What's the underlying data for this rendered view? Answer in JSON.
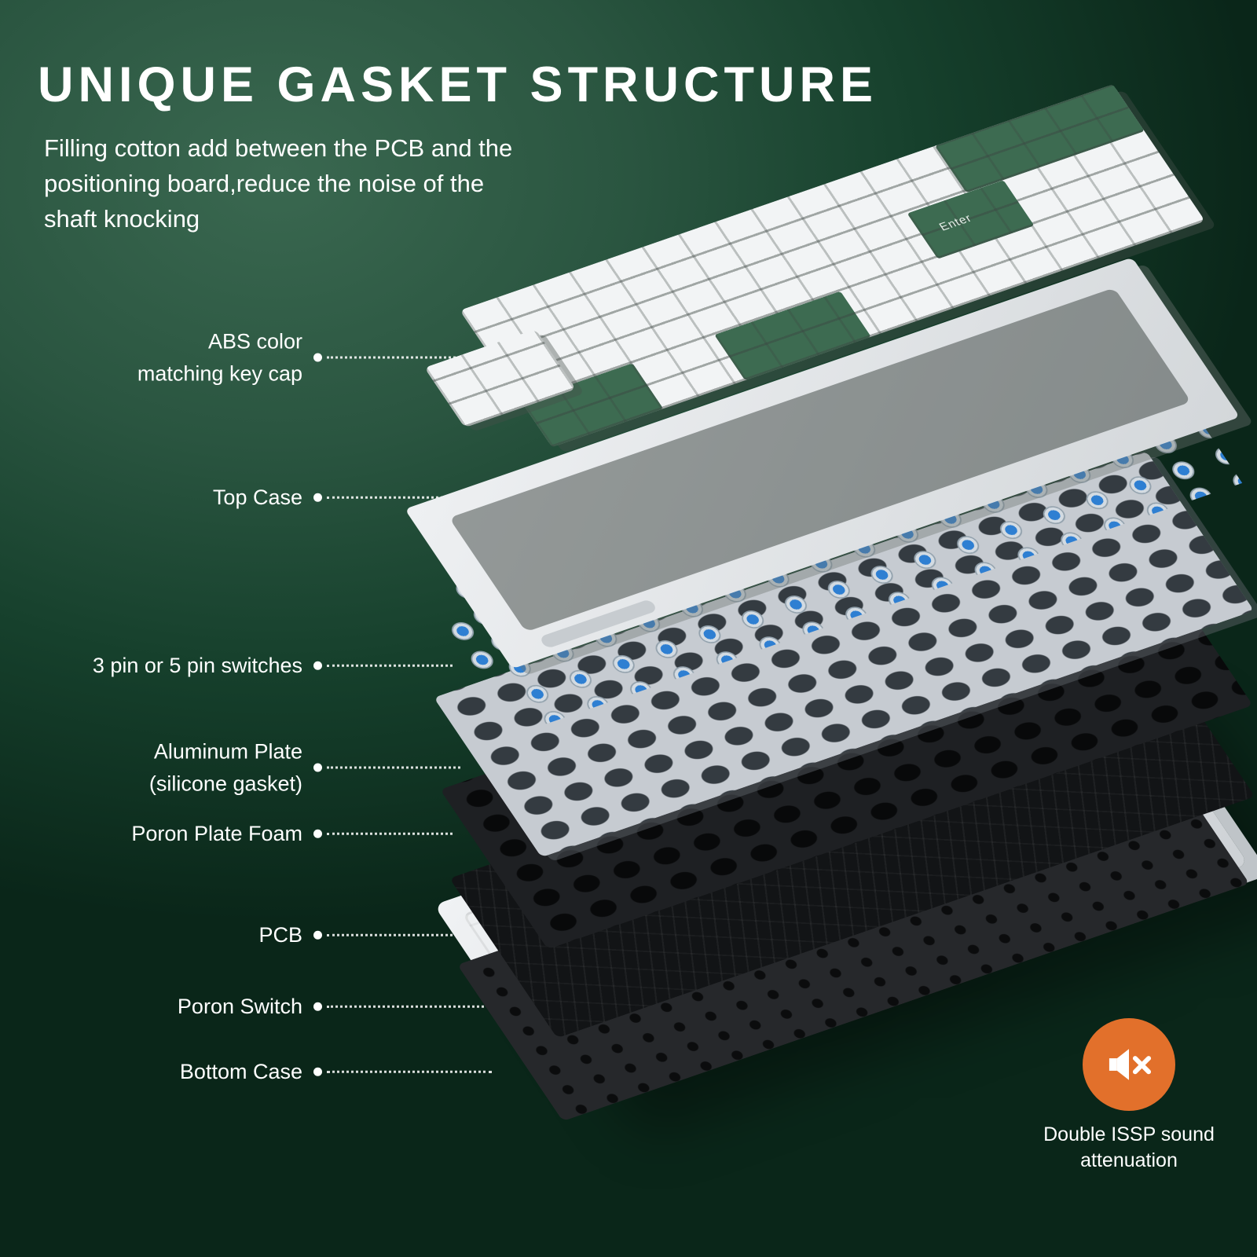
{
  "header": {
    "title": "UNIQUE GASKET STRUCTURE",
    "subtitle": "Filling cotton add between the PCB and the\npositioning board,reduce the noise of the\nshaft knocking"
  },
  "callouts": [
    {
      "label": "ABS color\nmatching key cap"
    },
    {
      "label": "Top Case"
    },
    {
      "label": "3 pin or 5 pin switches"
    },
    {
      "label": "Aluminum Plate\n(silicone gasket)"
    },
    {
      "label": "Poron Plate Foam"
    },
    {
      "label": "PCB"
    },
    {
      "label": "Poron Switch"
    },
    {
      "label": "Bottom Case"
    }
  ],
  "keyboard": {
    "enter_legend": "Enter"
  },
  "badge": {
    "label": "Double ISSP sound\nattenuation",
    "icon": "muted-speaker-icon",
    "circle_color": "#E2702B"
  },
  "colors": {
    "background_light": "#3A6850",
    "background_dark": "#0A2619",
    "text": "#FFFFFF",
    "keycap_white": "#F2F4F5",
    "keycap_green": "#3D6B51",
    "switch_blue": "#2E7FD2",
    "switch_orange": "#E8A13A",
    "aluminum_plate": "#C6CBD1",
    "foam_black": "#1E2023",
    "pcb_black": "#121416",
    "case_white": "#E9EBED"
  }
}
